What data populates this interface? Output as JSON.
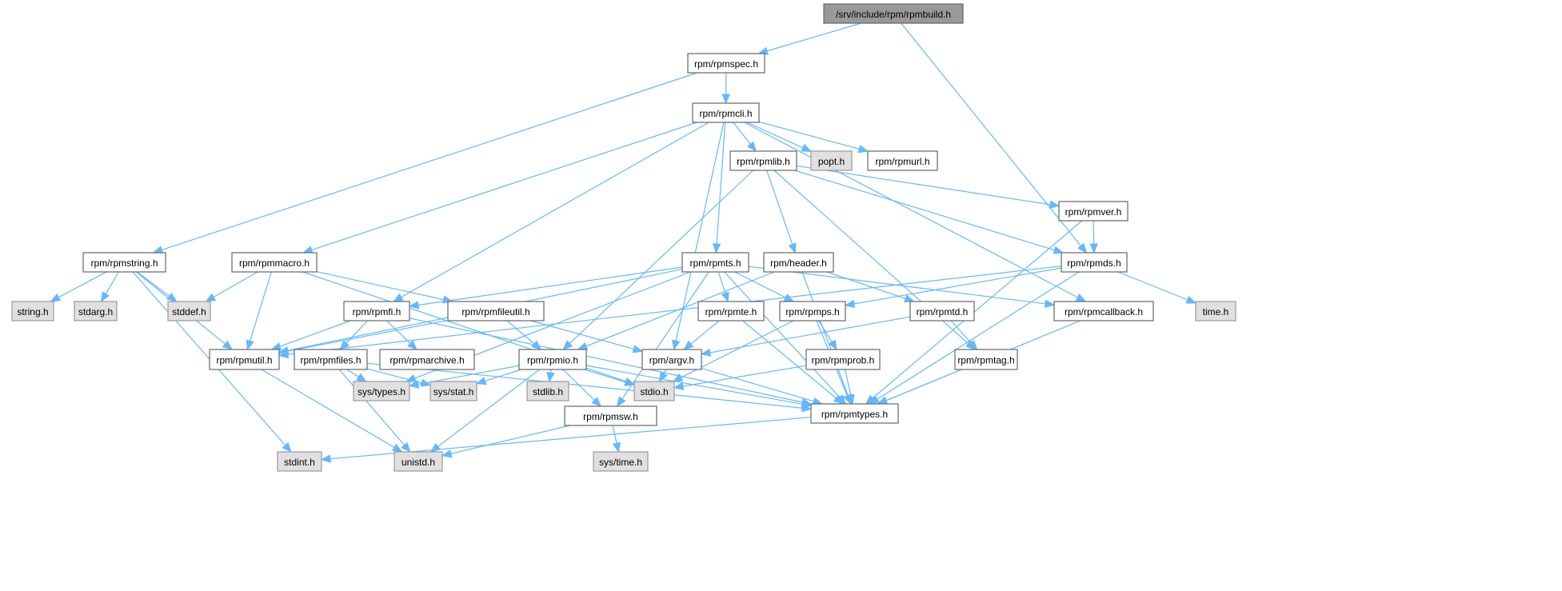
{
  "graph": {
    "title": "/srv/include/rpm/rpmbuild.h",
    "colors": {
      "edge": "#63b8ff",
      "node_border": "#666666",
      "system_fill": "#e0e0e0",
      "root_fill": "#999999"
    },
    "nodes": {
      "rpmbuild": {
        "label": "/srv/include/rpm/rpmbuild.h",
        "kind": "root"
      },
      "rpmspec": {
        "label": "rpm/rpmspec.h",
        "kind": "project"
      },
      "rpmcli": {
        "label": "rpm/rpmcli.h",
        "kind": "project"
      },
      "popt": {
        "label": "popt.h",
        "kind": "system"
      },
      "rpmurl": {
        "label": "rpm/rpmurl.h",
        "kind": "project"
      },
      "rpmlib": {
        "label": "rpm/rpmlib.h",
        "kind": "project"
      },
      "rpmver": {
        "label": "rpm/rpmver.h",
        "kind": "project"
      },
      "rpmstring": {
        "label": "rpm/rpmstring.h",
        "kind": "project"
      },
      "rpmmacro": {
        "label": "rpm/rpmmacro.h",
        "kind": "project"
      },
      "rpmts": {
        "label": "rpm/rpmts.h",
        "kind": "project"
      },
      "header": {
        "label": "rpm/header.h",
        "kind": "project"
      },
      "rpmds": {
        "label": "rpm/rpmds.h",
        "kind": "project"
      },
      "string": {
        "label": "string.h",
        "kind": "system"
      },
      "stdarg": {
        "label": "stdarg.h",
        "kind": "system"
      },
      "stddef": {
        "label": "stddef.h",
        "kind": "system"
      },
      "rpmfi": {
        "label": "rpm/rpmfi.h",
        "kind": "project"
      },
      "rpmfileutil": {
        "label": "rpm/rpmfileutil.h",
        "kind": "project"
      },
      "rpmte": {
        "label": "rpm/rpmte.h",
        "kind": "project"
      },
      "rpmps": {
        "label": "rpm/rpmps.h",
        "kind": "project"
      },
      "rpmtd": {
        "label": "rpm/rpmtd.h",
        "kind": "project"
      },
      "rpmcallback": {
        "label": "rpm/rpmcallback.h",
        "kind": "project"
      },
      "time": {
        "label": "time.h",
        "kind": "system"
      },
      "rpmutil": {
        "label": "rpm/rpmutil.h",
        "kind": "project"
      },
      "rpmfiles": {
        "label": "rpm/rpmfiles.h",
        "kind": "project"
      },
      "rpmarchive": {
        "label": "rpm/rpmarchive.h",
        "kind": "project"
      },
      "rpmio": {
        "label": "rpm/rpmio.h",
        "kind": "project"
      },
      "argv": {
        "label": "rpm/argv.h",
        "kind": "project"
      },
      "rpmprob": {
        "label": "rpm/rpmprob.h",
        "kind": "project"
      },
      "rpmtag": {
        "label": "rpm/rpmtag.h",
        "kind": "project"
      },
      "systypes": {
        "label": "sys/types.h",
        "kind": "system"
      },
      "sysstat": {
        "label": "sys/stat.h",
        "kind": "system"
      },
      "stdlib": {
        "label": "stdlib.h",
        "kind": "system"
      },
      "stdio": {
        "label": "stdio.h",
        "kind": "system"
      },
      "rpmsw": {
        "label": "rpm/rpmsw.h",
        "kind": "project"
      },
      "rpmtypes": {
        "label": "rpm/rpmtypes.h",
        "kind": "project"
      },
      "stdint": {
        "label": "stdint.h",
        "kind": "system"
      },
      "unistd": {
        "label": "unistd.h",
        "kind": "system"
      },
      "systime": {
        "label": "sys/time.h",
        "kind": "system"
      }
    },
    "edges": [
      [
        "rpmbuild",
        "rpmspec"
      ],
      [
        "rpmbuild",
        "rpmds"
      ],
      [
        "rpmspec",
        "rpmcli"
      ],
      [
        "rpmspec",
        "rpmstring"
      ],
      [
        "rpmcli",
        "rpmmacro"
      ],
      [
        "rpmcli",
        "rpmfi"
      ],
      [
        "rpmcli",
        "rpmts"
      ],
      [
        "rpmcli",
        "argv"
      ],
      [
        "rpmcli",
        "rpmlib"
      ],
      [
        "rpmcli",
        "popt"
      ],
      [
        "rpmcli",
        "rpmurl"
      ],
      [
        "rpmcli",
        "rpmcallback"
      ],
      [
        "rpmlib",
        "rpmio"
      ],
      [
        "rpmlib",
        "header"
      ],
      [
        "rpmlib",
        "rpmtag"
      ],
      [
        "rpmlib",
        "rpmver"
      ],
      [
        "rpmlib",
        "rpmds"
      ],
      [
        "rpmver",
        "rpmds"
      ],
      [
        "rpmver",
        "rpmtypes"
      ],
      [
        "rpmstring",
        "string"
      ],
      [
        "rpmstring",
        "stdarg"
      ],
      [
        "rpmstring",
        "stddef"
      ],
      [
        "rpmstring",
        "stdint"
      ],
      [
        "rpmstring",
        "rpmutil"
      ],
      [
        "rpmmacro",
        "stddef"
      ],
      [
        "rpmmacro",
        "rpmutil"
      ],
      [
        "rpmmacro",
        "rpmfileutil"
      ],
      [
        "rpmmacro",
        "stdio"
      ],
      [
        "rpmts",
        "rpmfi"
      ],
      [
        "rpmts",
        "rpmutil"
      ],
      [
        "rpmts",
        "rpmte"
      ],
      [
        "rpmts",
        "rpmps"
      ],
      [
        "rpmts",
        "rpmtypes"
      ],
      [
        "rpmts",
        "rpmcallback"
      ],
      [
        "rpmts",
        "rpmsw"
      ],
      [
        "rpmts",
        "systypes"
      ],
      [
        "header",
        "rpmio"
      ],
      [
        "header",
        "rpmtd"
      ],
      [
        "header",
        "rpmtypes"
      ],
      [
        "rpmds",
        "rpmutil"
      ],
      [
        "rpmds",
        "rpmps"
      ],
      [
        "rpmds",
        "time"
      ],
      [
        "rpmds",
        "rpmtypes"
      ],
      [
        "rpmfi",
        "rpmutil"
      ],
      [
        "rpmfi",
        "rpmfiles"
      ],
      [
        "rpmfi",
        "rpmarchive"
      ],
      [
        "rpmfi",
        "rpmtypes"
      ],
      [
        "rpmfileutil",
        "rpmutil"
      ],
      [
        "rpmfileutil",
        "rpmio"
      ],
      [
        "rpmfileutil",
        "argv"
      ],
      [
        "rpmte",
        "argv"
      ],
      [
        "rpmte",
        "rpmtypes"
      ],
      [
        "rpmps",
        "stdio"
      ],
      [
        "rpmps",
        "rpmprob"
      ],
      [
        "rpmps",
        "rpmtypes"
      ],
      [
        "rpmtd",
        "argv"
      ],
      [
        "rpmtd",
        "rpmtag"
      ],
      [
        "rpmcallback",
        "rpmtypes"
      ],
      [
        "rpmutil",
        "unistd"
      ],
      [
        "rpmfiles",
        "systypes"
      ],
      [
        "rpmfiles",
        "sysstat"
      ],
      [
        "rpmfiles",
        "unistd"
      ],
      [
        "rpmfiles",
        "rpmtypes"
      ],
      [
        "rpmio",
        "systypes"
      ],
      [
        "rpmio",
        "sysstat"
      ],
      [
        "rpmio",
        "stdlib"
      ],
      [
        "rpmio",
        "stdio"
      ],
      [
        "rpmio",
        "unistd"
      ],
      [
        "rpmio",
        "rpmsw"
      ],
      [
        "rpmio",
        "rpmtypes"
      ],
      [
        "argv",
        "stdio"
      ],
      [
        "argv",
        "rpmtypes"
      ],
      [
        "rpmprob",
        "stdio"
      ],
      [
        "rpmprob",
        "rpmtypes"
      ],
      [
        "rpmtag",
        "rpmtypes"
      ],
      [
        "rpmsw",
        "systime"
      ],
      [
        "rpmsw",
        "unistd"
      ],
      [
        "rpmtypes",
        "stdint"
      ]
    ]
  }
}
